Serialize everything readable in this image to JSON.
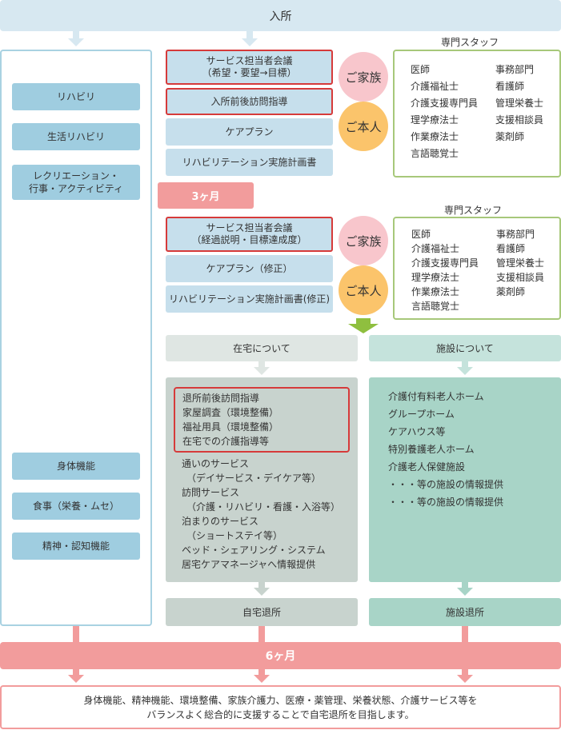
{
  "header": {
    "admission": "入所"
  },
  "left_column": {
    "items_top": [
      "リハビリ",
      "生活リハビリ",
      "レクリエーション・\n行事・アクティビティ"
    ],
    "items_bottom": [
      "身体機能",
      "食事（栄養・ムセ）",
      "精神・認知機能"
    ]
  },
  "phase1": {
    "boxes": [
      {
        "label": "サービス担当者会議\n（希望・要望→目標）",
        "highlight": true
      },
      {
        "label": "入所前後訪問指導",
        "highlight": true
      },
      {
        "label": "ケアプラン",
        "highlight": false
      },
      {
        "label": "リハビリテーション実施計画書",
        "highlight": false
      }
    ],
    "family": "ご家族",
    "self": "ご本人",
    "staff_title": "専門スタッフ",
    "staff_left": [
      "医師",
      "介護福祉士",
      "介護支援専門員",
      "理学療法士",
      "作業療法士",
      "言語聴覚士"
    ],
    "staff_right": [
      "事務部門",
      "看護師",
      "管理栄養士",
      "支援相談員",
      "薬剤師"
    ]
  },
  "milestone_3m": "3ヶ月",
  "phase2": {
    "boxes": [
      {
        "label": "サービス担当者会議\n（経過説明・目標達成度）",
        "highlight": true
      },
      {
        "label": "ケアプラン（修正）",
        "highlight": false
      },
      {
        "label": "リハビリテーション実施計画書(修正)",
        "highlight": false
      }
    ],
    "family": "ご家族",
    "self": "ご本人",
    "staff_title": "専門スタッフ",
    "staff_left": [
      "医師",
      "介護福祉士",
      "介護支援専門員",
      "理学療法士",
      "作業療法士",
      "言語聴覚士"
    ],
    "staff_right": [
      "事務部門",
      "看護師",
      "管理栄養士",
      "支援相談員",
      "薬剤師"
    ]
  },
  "home": {
    "title": "在宅について",
    "highlighted": [
      "退所前後訪問指導",
      "家屋調査（環境整備）",
      "福祉用具（環境整備）",
      "在宅での介護指導等"
    ],
    "services": [
      "通いのサービス",
      "　（デイサービス・デイケア等）",
      "訪問サービス",
      "　（介護・リハビリ・看護・入浴等）",
      "泊まりのサービス",
      "　（ショートステイ等）",
      "ベッド・シェアリング・システム",
      "居宅ケアマネージャへ情報提供"
    ],
    "exit": "自宅退所"
  },
  "facility": {
    "title": "施設について",
    "services": [
      "介護付有料老人ホーム",
      "グループホーム",
      "ケアハウス等",
      "特別養護老人ホーム",
      "介護老人保健施設",
      "・・・等の施設の情報提供",
      "・・・等の施設の情報提供"
    ],
    "exit": "施設退所"
  },
  "milestone_6m": "6ヶ月",
  "summary": {
    "line1": "身体機能、精神機能、環境整備、家族介護力、医療・薬管理、栄養状態、介護サービス等を",
    "line2": "バランスよく総合的に支援することで自宅退所を目指します。"
  },
  "colors": {
    "blue_light": "#d7e8f1",
    "blue_item": "#9fcde0",
    "blue_box": "#c6dfec",
    "highlight_red": "#d63a3a",
    "pink": "#f29c9c",
    "orange": "#fbc46b",
    "staff_green": "#a7c87a",
    "arrow_green": "#8fbf3f",
    "grey_box": "#c8d3ce",
    "teal_box": "#a8d4c7"
  }
}
